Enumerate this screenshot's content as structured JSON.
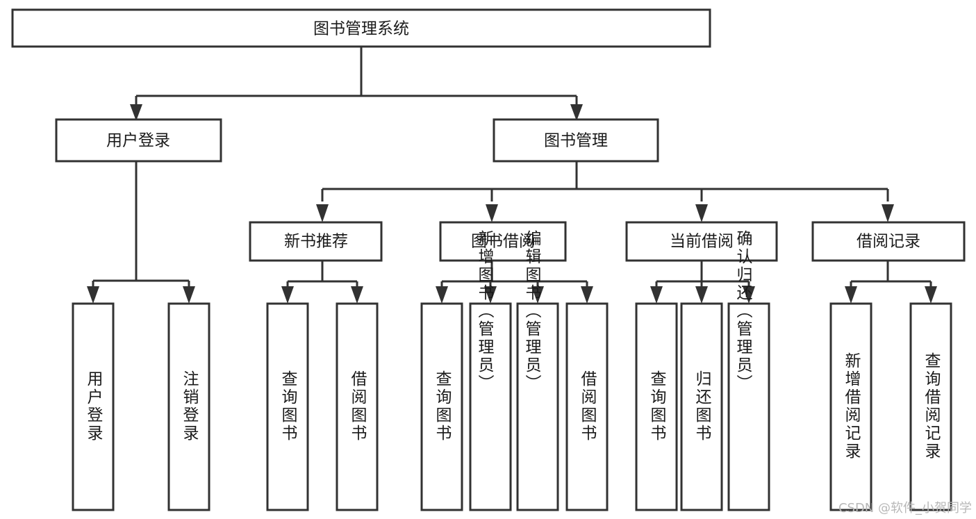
{
  "diagram": {
    "type": "tree-hierarchy-flowchart",
    "title": "图书管理系统",
    "watermark": "CSDN @软件_小贺同学",
    "colors": {
      "stroke": "#323232",
      "fill": "#ffffff",
      "text": "#1a1a1a",
      "watermark": "#b8b8b8"
    },
    "levels": {
      "level1": {
        "nodes": [
          {
            "id": "root",
            "label": "图书管理系统",
            "orientation": "horizontal"
          }
        ]
      },
      "level2": {
        "nodes": [
          {
            "id": "user-login",
            "label": "用户登录",
            "orientation": "horizontal"
          },
          {
            "id": "book-management",
            "label": "图书管理",
            "orientation": "horizontal"
          }
        ]
      },
      "level3": {
        "nodes": [
          {
            "id": "new-book-recommend",
            "label": "新书推荐",
            "orientation": "horizontal"
          },
          {
            "id": "book-borrow",
            "label": "图书借阅",
            "orientation": "horizontal"
          },
          {
            "id": "current-borrow",
            "label": "当前借阅",
            "orientation": "horizontal"
          },
          {
            "id": "borrow-record",
            "label": "借阅记录",
            "orientation": "horizontal"
          }
        ]
      },
      "level4": {
        "nodes": [
          {
            "id": "leaf-user-login",
            "label": "用户登录",
            "orientation": "vertical",
            "parent": "user-login"
          },
          {
            "id": "leaf-logout",
            "label": "注销登录",
            "orientation": "vertical",
            "parent": "user-login"
          },
          {
            "id": "leaf-query-book-1",
            "label": "查询图书",
            "orientation": "vertical",
            "parent": "new-book-recommend"
          },
          {
            "id": "leaf-borrow-book-1",
            "label": "借阅图书",
            "orientation": "vertical",
            "parent": "new-book-recommend"
          },
          {
            "id": "leaf-query-book-2",
            "label": "查询图书",
            "orientation": "vertical",
            "parent": "book-borrow"
          },
          {
            "id": "leaf-add-book",
            "label": "新增图书（管理员）",
            "orientation": "vertical",
            "parent": "book-borrow"
          },
          {
            "id": "leaf-edit-book",
            "label": "编辑图书（管理员）",
            "orientation": "vertical",
            "parent": "book-borrow"
          },
          {
            "id": "leaf-borrow-book-2",
            "label": "借阅图书",
            "orientation": "vertical",
            "parent": "book-borrow"
          },
          {
            "id": "leaf-query-book-3",
            "label": "查询图书",
            "orientation": "vertical",
            "parent": "current-borrow"
          },
          {
            "id": "leaf-return-book",
            "label": "归还图书",
            "orientation": "vertical",
            "parent": "current-borrow"
          },
          {
            "id": "leaf-confirm-return",
            "label": "确认归还（管理员）",
            "orientation": "vertical",
            "parent": "current-borrow"
          },
          {
            "id": "leaf-add-borrow-record",
            "label": "新增借阅记录",
            "orientation": "vertical",
            "parent": "borrow-record"
          },
          {
            "id": "leaf-query-borrow-record",
            "label": "查询借阅记录",
            "orientation": "vertical",
            "parent": "borrow-record"
          }
        ]
      }
    }
  }
}
